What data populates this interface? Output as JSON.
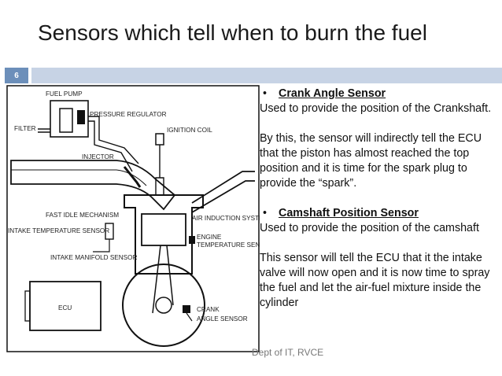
{
  "slide": {
    "title": "Sensors which tell when to burn the fuel",
    "number": "6",
    "footer": "Dept of IT, RVCE"
  },
  "diagram": {
    "labels": {
      "fuel_pump": "FUEL PUMP",
      "pressure_regulator": "PRESSURE REGULATOR",
      "filter": "FILTER",
      "ignition_coil": "IGNITION COIL",
      "injector": "INJECTOR",
      "fast_idle": "FAST IDLE MECHANISM",
      "air_induction": "AIR INDUCTION SYSTEM",
      "intake_temp": "INTAKE TEMPERATURE SENSOR",
      "engine_temp_1": "ENGINE",
      "engine_temp_2": "TEMPERATURE SENSOR",
      "intake_manifold": "INTAKE MANIFOLD SENSOR",
      "ecu": "ECU",
      "crank_1": "CRANK",
      "crank_2": "ANGLE SENSOR"
    }
  },
  "content": {
    "crank": {
      "heading": "Crank Angle Sensor",
      "line": "Used to provide the position of the Crankshaft.",
      "para": "By this, the sensor will indirectly tell the ECU that the piston has almost reached the top position and it is time for the spark plug to provide the “spark”."
    },
    "cam": {
      "heading": "Camshaft Position Sensor",
      "line": "Used to provide the position of the camshaft",
      "para": "This sensor will tell the ECU that it the intake valve will now open and it is now time to spray the fuel and let the air-fuel mixture inside the cylinder"
    }
  }
}
